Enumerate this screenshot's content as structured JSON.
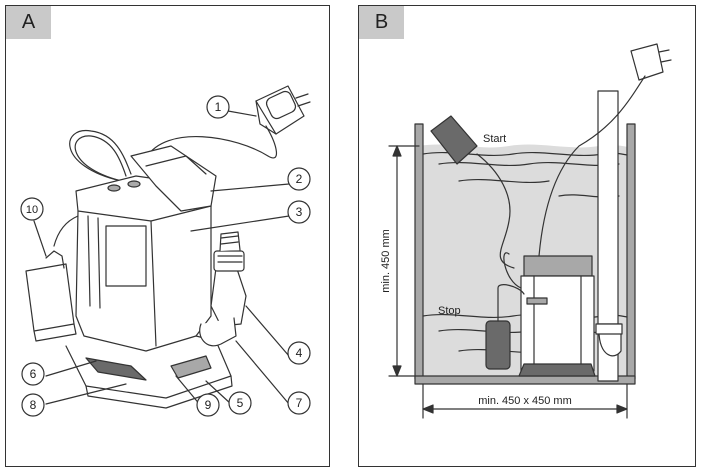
{
  "panels": {
    "a": {
      "tag": "A"
    },
    "b": {
      "tag": "B"
    }
  },
  "callouts": [
    "1",
    "2",
    "3",
    "4",
    "5",
    "6",
    "7",
    "8",
    "9",
    "10"
  ],
  "labels": {
    "start": "Start",
    "stop": "Stop",
    "min_height": "min. 450 mm",
    "min_area": "min. 450 x 450 mm"
  },
  "colors": {
    "outline": "#333333",
    "water": "#dcdcdc",
    "shade": "#a8a8a8",
    "dark": "#6a6a6a",
    "tag_bg": "#c9c9c9"
  },
  "icons": [
    "plug-icon",
    "float-switch-icon",
    "pump-icon",
    "hose-connector-icon"
  ]
}
